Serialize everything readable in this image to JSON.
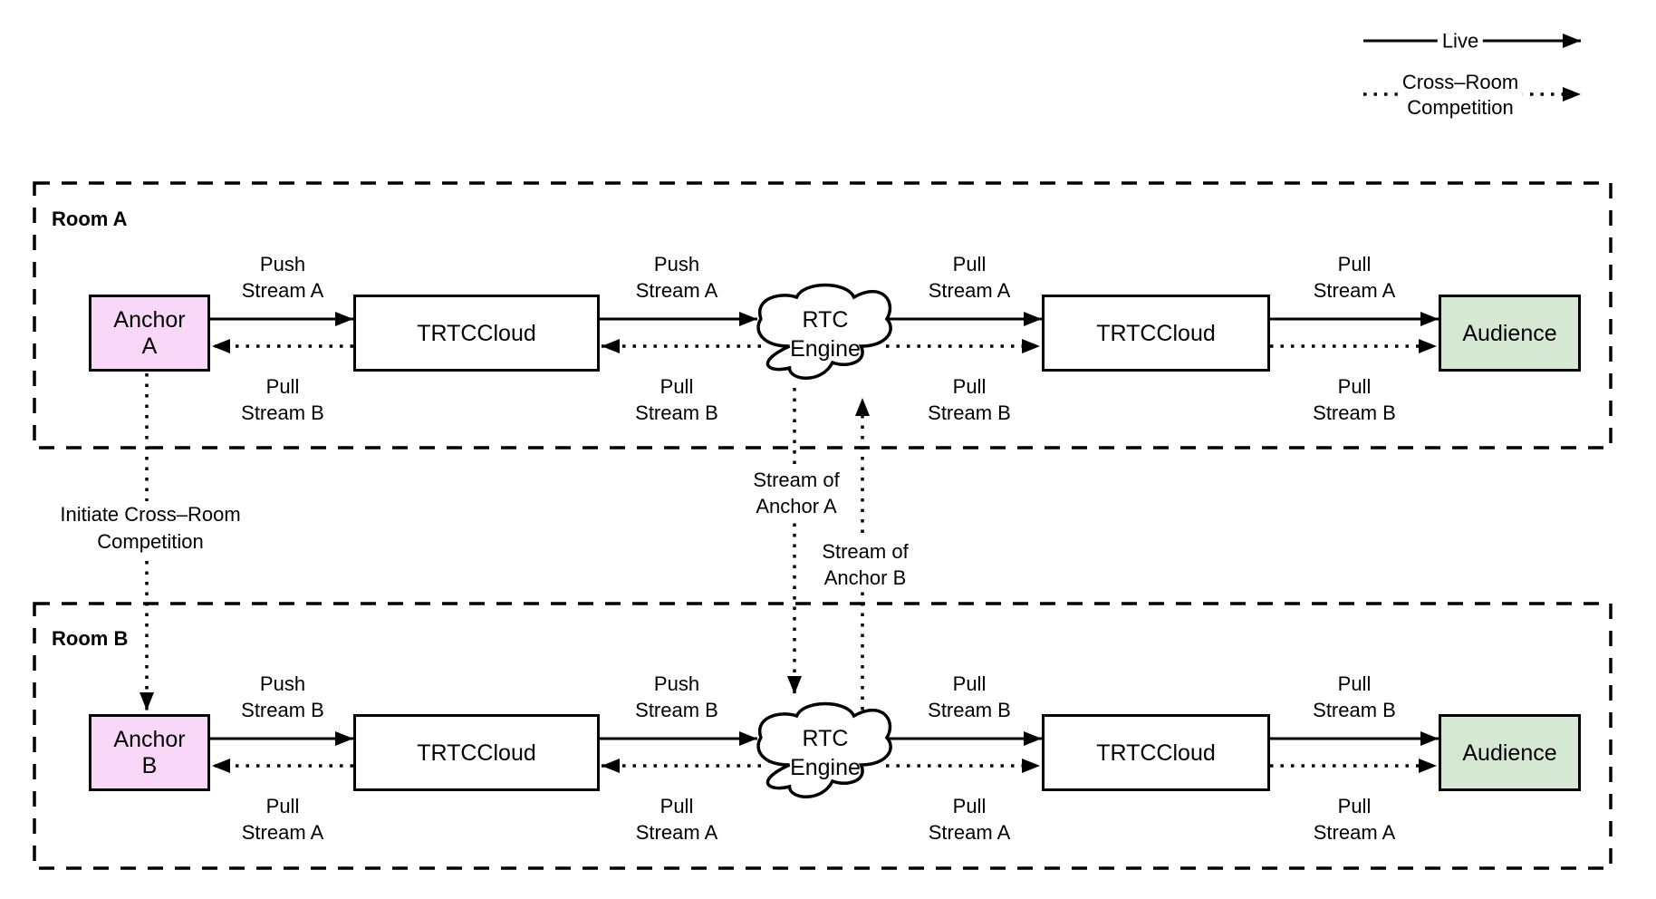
{
  "legend": {
    "live": "Live",
    "cross_room": [
      "Cross–Room",
      "Competition"
    ]
  },
  "connectors": {
    "initiate": [
      "Initiate Cross–Room",
      "Competition"
    ],
    "stream_of_anchor_a": [
      "Stream of",
      "Anchor A"
    ],
    "stream_of_anchor_b": [
      "Stream of",
      "Anchor B"
    ]
  },
  "colors": {
    "anchor_fill": "#f8d7f8",
    "audience_fill": "#d5e8d4",
    "node_fill": "#ffffff",
    "stroke": "#000000",
    "text": "#000000"
  },
  "room_a": {
    "title": "Room A",
    "anchor": [
      "Anchor",
      "A"
    ],
    "trtc_left": "TRTCCloud",
    "rtc_engine": [
      "RTC",
      "Engine"
    ],
    "trtc_right": "TRTCCloud",
    "audience": "Audience",
    "flows": [
      {
        "top": [
          "Push",
          "Stream A"
        ],
        "bottom": [
          "Pull",
          "Stream B"
        ]
      },
      {
        "top": [
          "Push",
          "Stream A"
        ],
        "bottom": [
          "Pull",
          "Stream B"
        ]
      },
      {
        "top": [
          "Pull",
          "Stream A"
        ],
        "bottom": [
          "Pull",
          "Stream B"
        ]
      },
      {
        "top": [
          "Pull",
          "Stream A"
        ],
        "bottom": [
          "Pull",
          "Stream B"
        ]
      }
    ]
  },
  "room_b": {
    "title": "Room B",
    "anchor": [
      "Anchor",
      "B"
    ],
    "trtc_left": "TRTCCloud",
    "rtc_engine": [
      "RTC",
      "Engine"
    ],
    "trtc_right": "TRTCCloud",
    "audience": "Audience",
    "flows": [
      {
        "top": [
          "Push",
          "Stream B"
        ],
        "bottom": [
          "Pull",
          "Stream A"
        ]
      },
      {
        "top": [
          "Push",
          "Stream B"
        ],
        "bottom": [
          "Pull",
          "Stream A"
        ]
      },
      {
        "top": [
          "Pull",
          "Stream B"
        ],
        "bottom": [
          "Pull",
          "Stream A"
        ]
      },
      {
        "top": [
          "Pull",
          "Stream B"
        ],
        "bottom": [
          "Pull",
          "Stream A"
        ]
      }
    ]
  }
}
